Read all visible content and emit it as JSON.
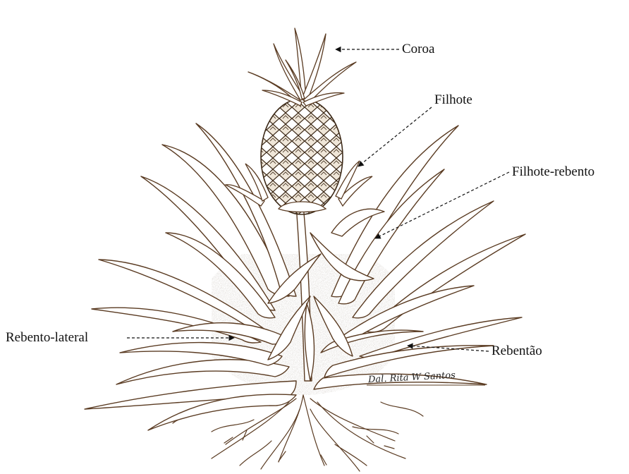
{
  "labels": {
    "coroa": "Coroa",
    "filhote": "Filhote",
    "filhote_rebento": "Filhote-rebento",
    "rebento_lateral": "Rebento-lateral",
    "rebentao": "Rebentão"
  },
  "signature": "Dal. Rita W Santos",
  "colors": {
    "ink": "#5a3b22",
    "leaf_fill": "#ffffff",
    "shade": "#3a2a1e",
    "label": "#111111"
  }
}
